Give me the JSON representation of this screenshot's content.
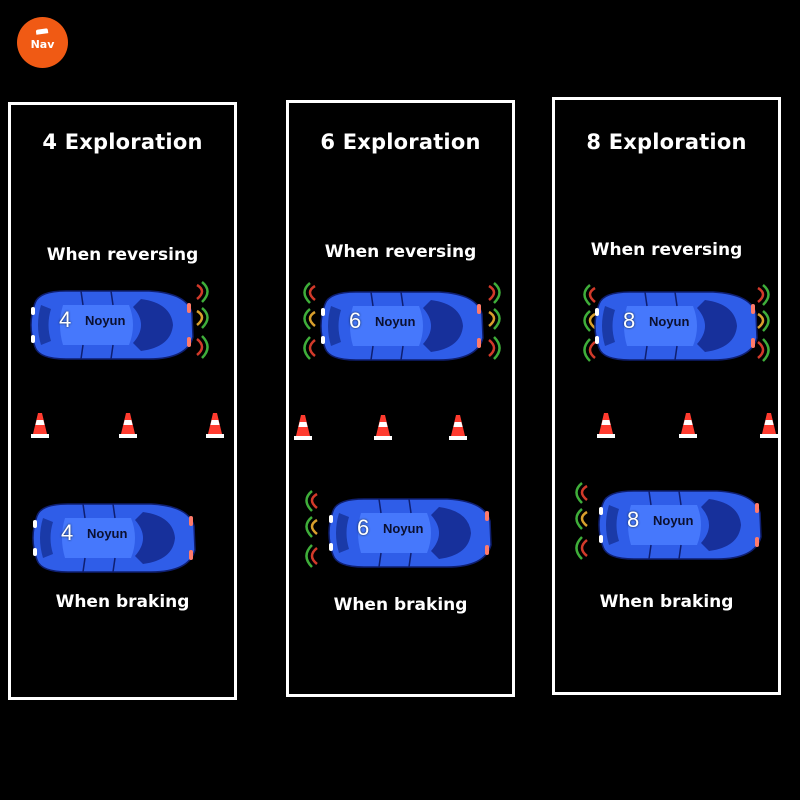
{
  "logo": {
    "text": "Nav"
  },
  "panels": [
    {
      "title": "4 Exploration",
      "reversing": "When reversing",
      "braking": "When braking",
      "number": "4",
      "brand": "Noyun"
    },
    {
      "title": "6 Exploration",
      "reversing": "When reversing",
      "braking": "When braking",
      "number": "6",
      "brand": "Noyun"
    },
    {
      "title": "8 Exploration",
      "reversing": "When reversing",
      "braking": "When braking",
      "number": "8",
      "brand": "Noyun"
    }
  ],
  "colors": {
    "car_body": "#2f5de8",
    "car_dark": "#17309b",
    "wave_red": "#d23a2a",
    "wave_green": "#3fae3a",
    "wave_amber": "#d9a02c",
    "cone_red": "#ff3b2f",
    "logo": "#f05a14"
  }
}
